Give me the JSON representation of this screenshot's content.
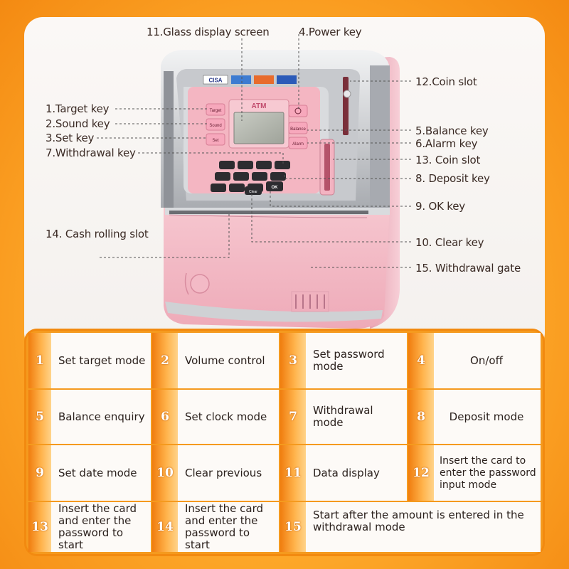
{
  "callouts": {
    "c11": "11.Glass display screen",
    "c4": "4.Power key",
    "c12": "12.Coin slot",
    "c1": "1.Target key",
    "c2": "2.Sound key",
    "c3": "3.Set key",
    "c7": "7.Withdrawal key",
    "c5": "5.Balance key",
    "c6": "6.Alarm key",
    "c13": "13. Coin slot",
    "c8": "8. Deposit key",
    "c9": "9. OK key",
    "c14": "14. Cash rolling slot",
    "c10": "10. Clear key",
    "c15": "15. Withdrawal gate"
  },
  "device": {
    "card_logos": [
      "CISA",
      "",
      "",
      ""
    ],
    "screen_title": "ATM",
    "left_keys": [
      "Target",
      "Sound",
      "Set"
    ],
    "right_keys": [
      "",
      "Balance",
      "Alarm"
    ],
    "keypad_ok": "OK",
    "keypad_clear": "Clear"
  },
  "table": [
    {
      "num": "1",
      "text": "Set target mode"
    },
    {
      "num": "2",
      "text": "Volume control"
    },
    {
      "num": "3",
      "text": "Set password mode"
    },
    {
      "num": "4",
      "text": "On/off"
    },
    {
      "num": "5",
      "text": "Balance enquiry"
    },
    {
      "num": "6",
      "text": "Set clock mode"
    },
    {
      "num": "7",
      "text": "Withdrawal mode"
    },
    {
      "num": "8",
      "text": "Deposit mode"
    },
    {
      "num": "9",
      "text": "Set date mode"
    },
    {
      "num": "10",
      "text": "Clear previous"
    },
    {
      "num": "11",
      "text": "Data display"
    },
    {
      "num": "12",
      "text": "Insert the card to enter the password input mode"
    },
    {
      "num": "13",
      "text": "Insert the card and enter the password to start"
    },
    {
      "num": "14",
      "text": "Insert the card and enter the password to start"
    },
    {
      "num": "15",
      "text": "Start after the amount is entered in the withdrawal mode"
    }
  ],
  "colors": {
    "accent_orange": "#f48a12",
    "device_pink": "#f3b8c4",
    "device_silver": "#b9bcc1"
  }
}
